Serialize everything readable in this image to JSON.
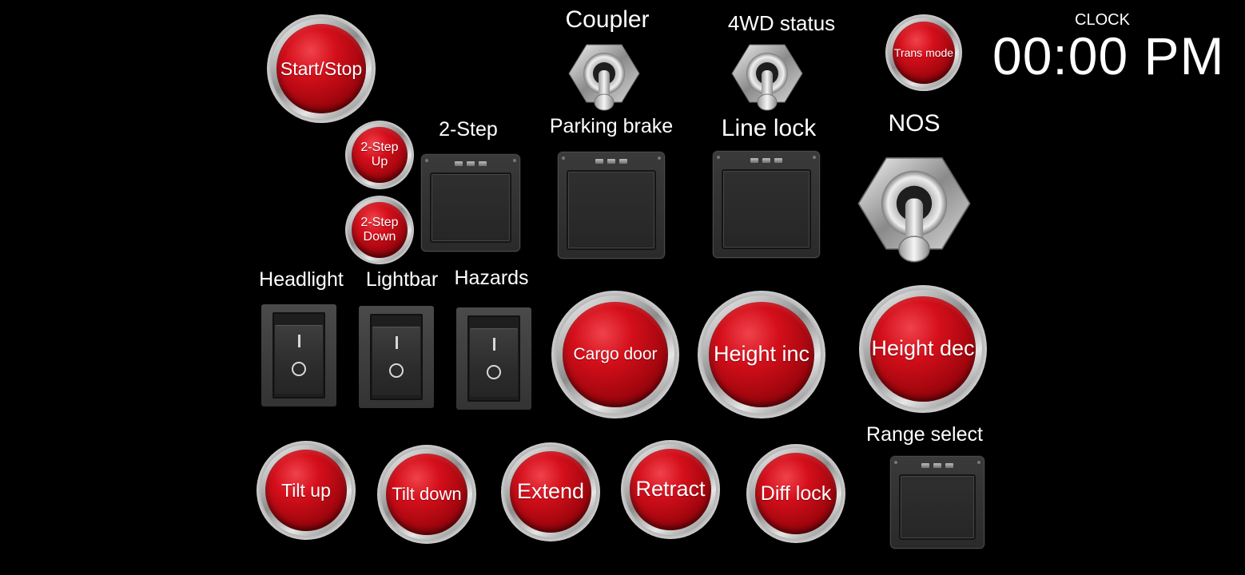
{
  "clock": {
    "title": "CLOCK",
    "time": "00:00 PM"
  },
  "buttons": {
    "start_stop": "Start/Stop",
    "trans_mode": "Trans mode",
    "two_step_up_line1": "2-Step",
    "two_step_up_line2": "Up",
    "two_step_down_line1": "2-Step",
    "two_step_down_line2": "Down",
    "cargo_door": "Cargo door",
    "height_inc": "Height inc",
    "height_dec": "Height dec",
    "tilt_up": "Tilt up",
    "tilt_down": "Tilt down",
    "extend": "Extend",
    "retract": "Retract",
    "diff_lock": "Diff lock"
  },
  "labels": {
    "coupler": "Coupler",
    "four_wd_status": "4WD status",
    "two_step": "2-Step",
    "parking_brake": "Parking brake",
    "line_lock": "Line lock",
    "nos": "NOS",
    "headlight": "Headlight",
    "lightbar": "Lightbar",
    "hazards": "Hazards",
    "range_select": "Range select"
  },
  "colors": {
    "background": "#000000",
    "button_red": "#d40f1b",
    "text": "#ffffff"
  }
}
